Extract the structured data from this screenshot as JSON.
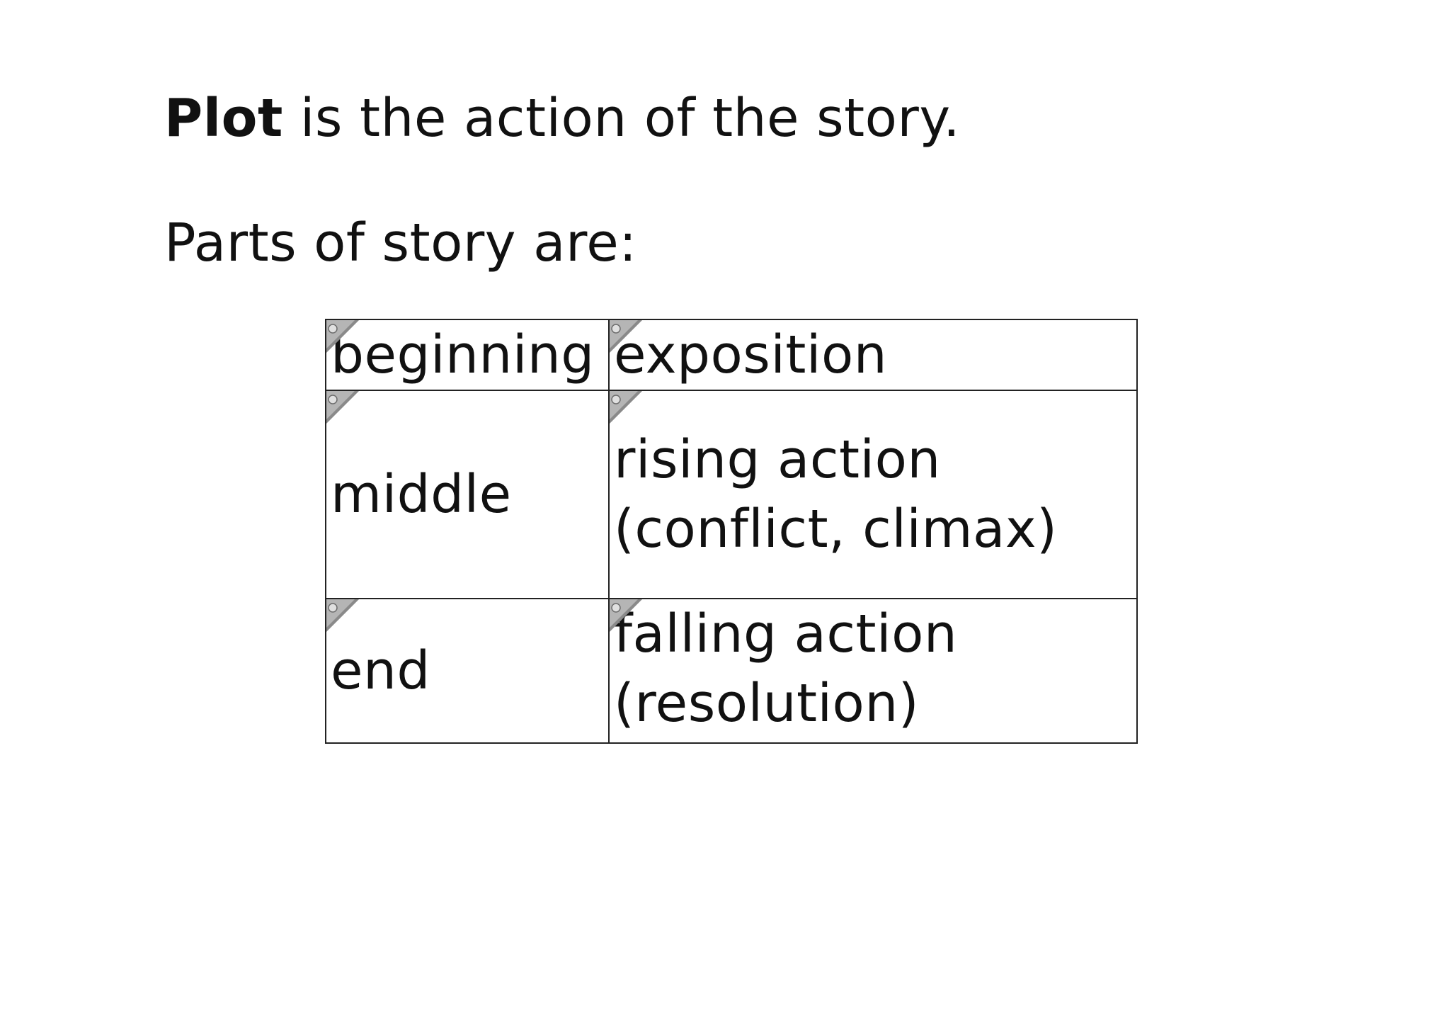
{
  "intro": {
    "term": "Plot",
    "definition": " is the action of the story."
  },
  "parts_heading": "Parts of story are:",
  "table": {
    "rows": [
      {
        "part": "beginning",
        "description": [
          "exposition"
        ]
      },
      {
        "part": "middle",
        "description": [
          "rising action",
          "(conflict, climax)"
        ]
      },
      {
        "part": "end",
        "description": [
          "falling action",
          "(resolution)"
        ]
      }
    ]
  },
  "icons": {
    "cell_corner": "page-curl-icon"
  }
}
